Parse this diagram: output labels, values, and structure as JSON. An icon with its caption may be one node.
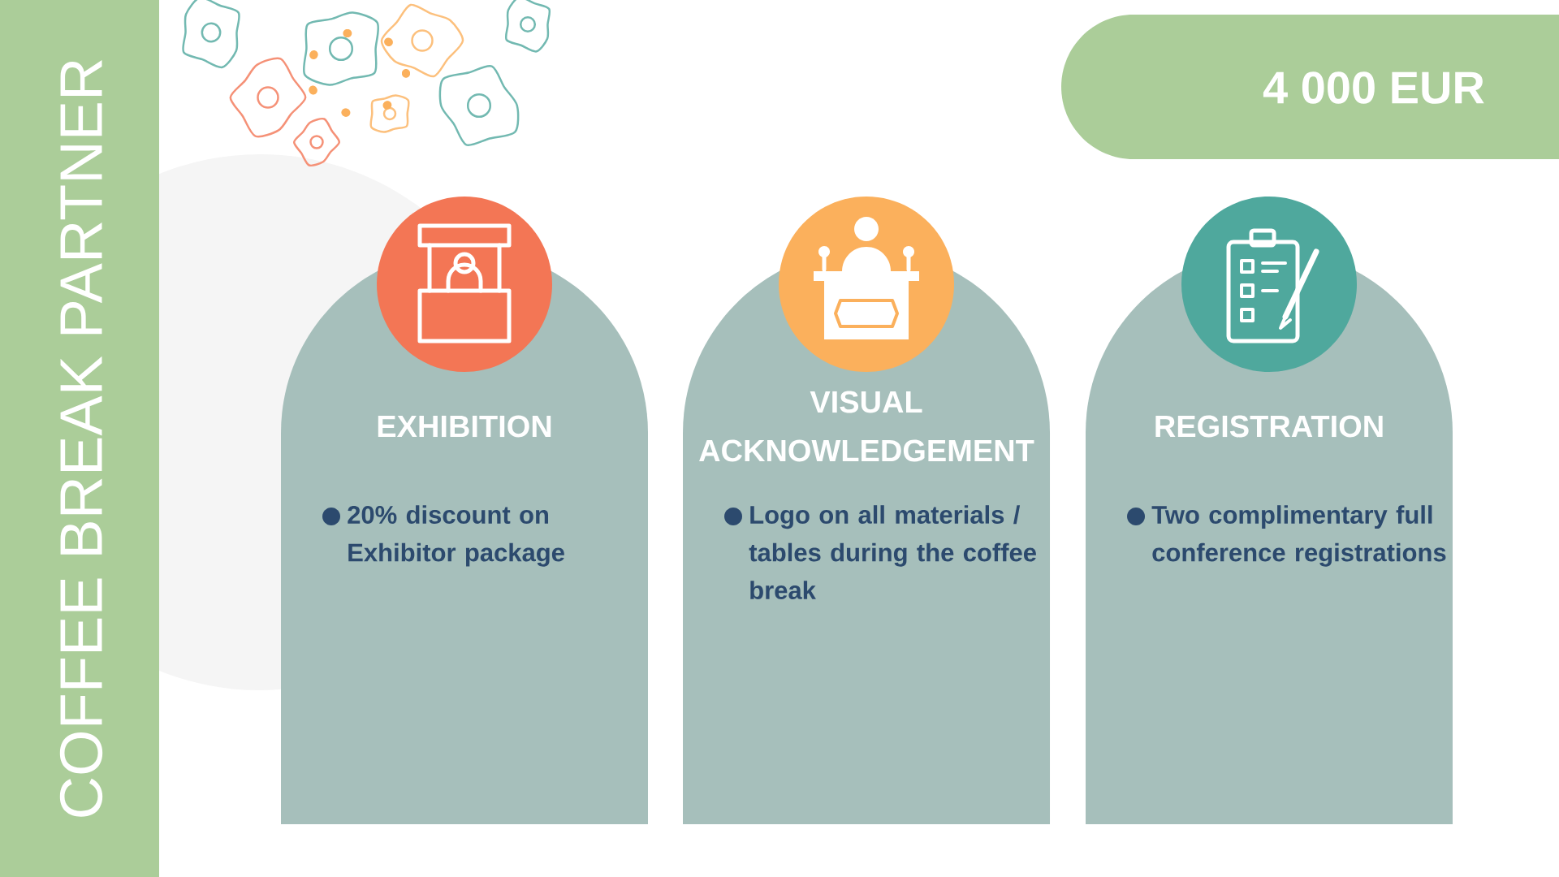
{
  "diagram": {
    "title": "COFFEE BREAK PARTNER",
    "nodes": [
      {
        "text": [
          "4 000 EUR"
        ]
      },
      {
        "text": [
          "EXHIBITION",
          "20% discount on Exhibitor package"
        ]
      },
      {
        "text": [
          "VISUAL ACKNOWLEDGEMENT",
          "Logo on all materials / tables during the coffee break"
        ]
      },
      {
        "text": [
          "REGISTRATION",
          "Two complimentary full conference registrations"
        ]
      }
    ]
  }
}
